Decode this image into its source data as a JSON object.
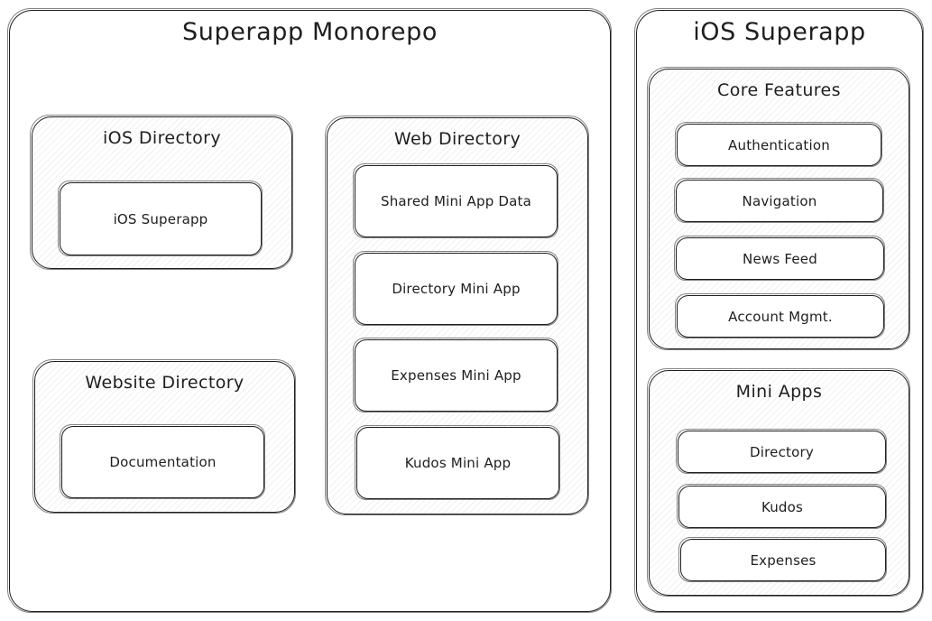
{
  "monorepo": {
    "title": "Superapp Monorepo",
    "ios_directory": {
      "title": "iOS Directory",
      "items": [
        "iOS Superapp"
      ]
    },
    "website_directory": {
      "title": "Website Directory",
      "items": [
        "Documentation"
      ]
    },
    "web_directory": {
      "title": "Web Directory",
      "items": [
        "Shared Mini App Data",
        "Directory Mini App",
        "Expenses Mini App",
        "Kudos Mini App"
      ]
    }
  },
  "ios_superapp": {
    "title": "iOS Superapp",
    "core_features": {
      "title": "Core Features",
      "items": [
        "Authentication",
        "Navigation",
        "News Feed",
        "Account Mgmt."
      ]
    },
    "mini_apps": {
      "title": "Mini Apps",
      "items": [
        "Directory",
        "Kudos",
        "Expenses"
      ]
    }
  }
}
